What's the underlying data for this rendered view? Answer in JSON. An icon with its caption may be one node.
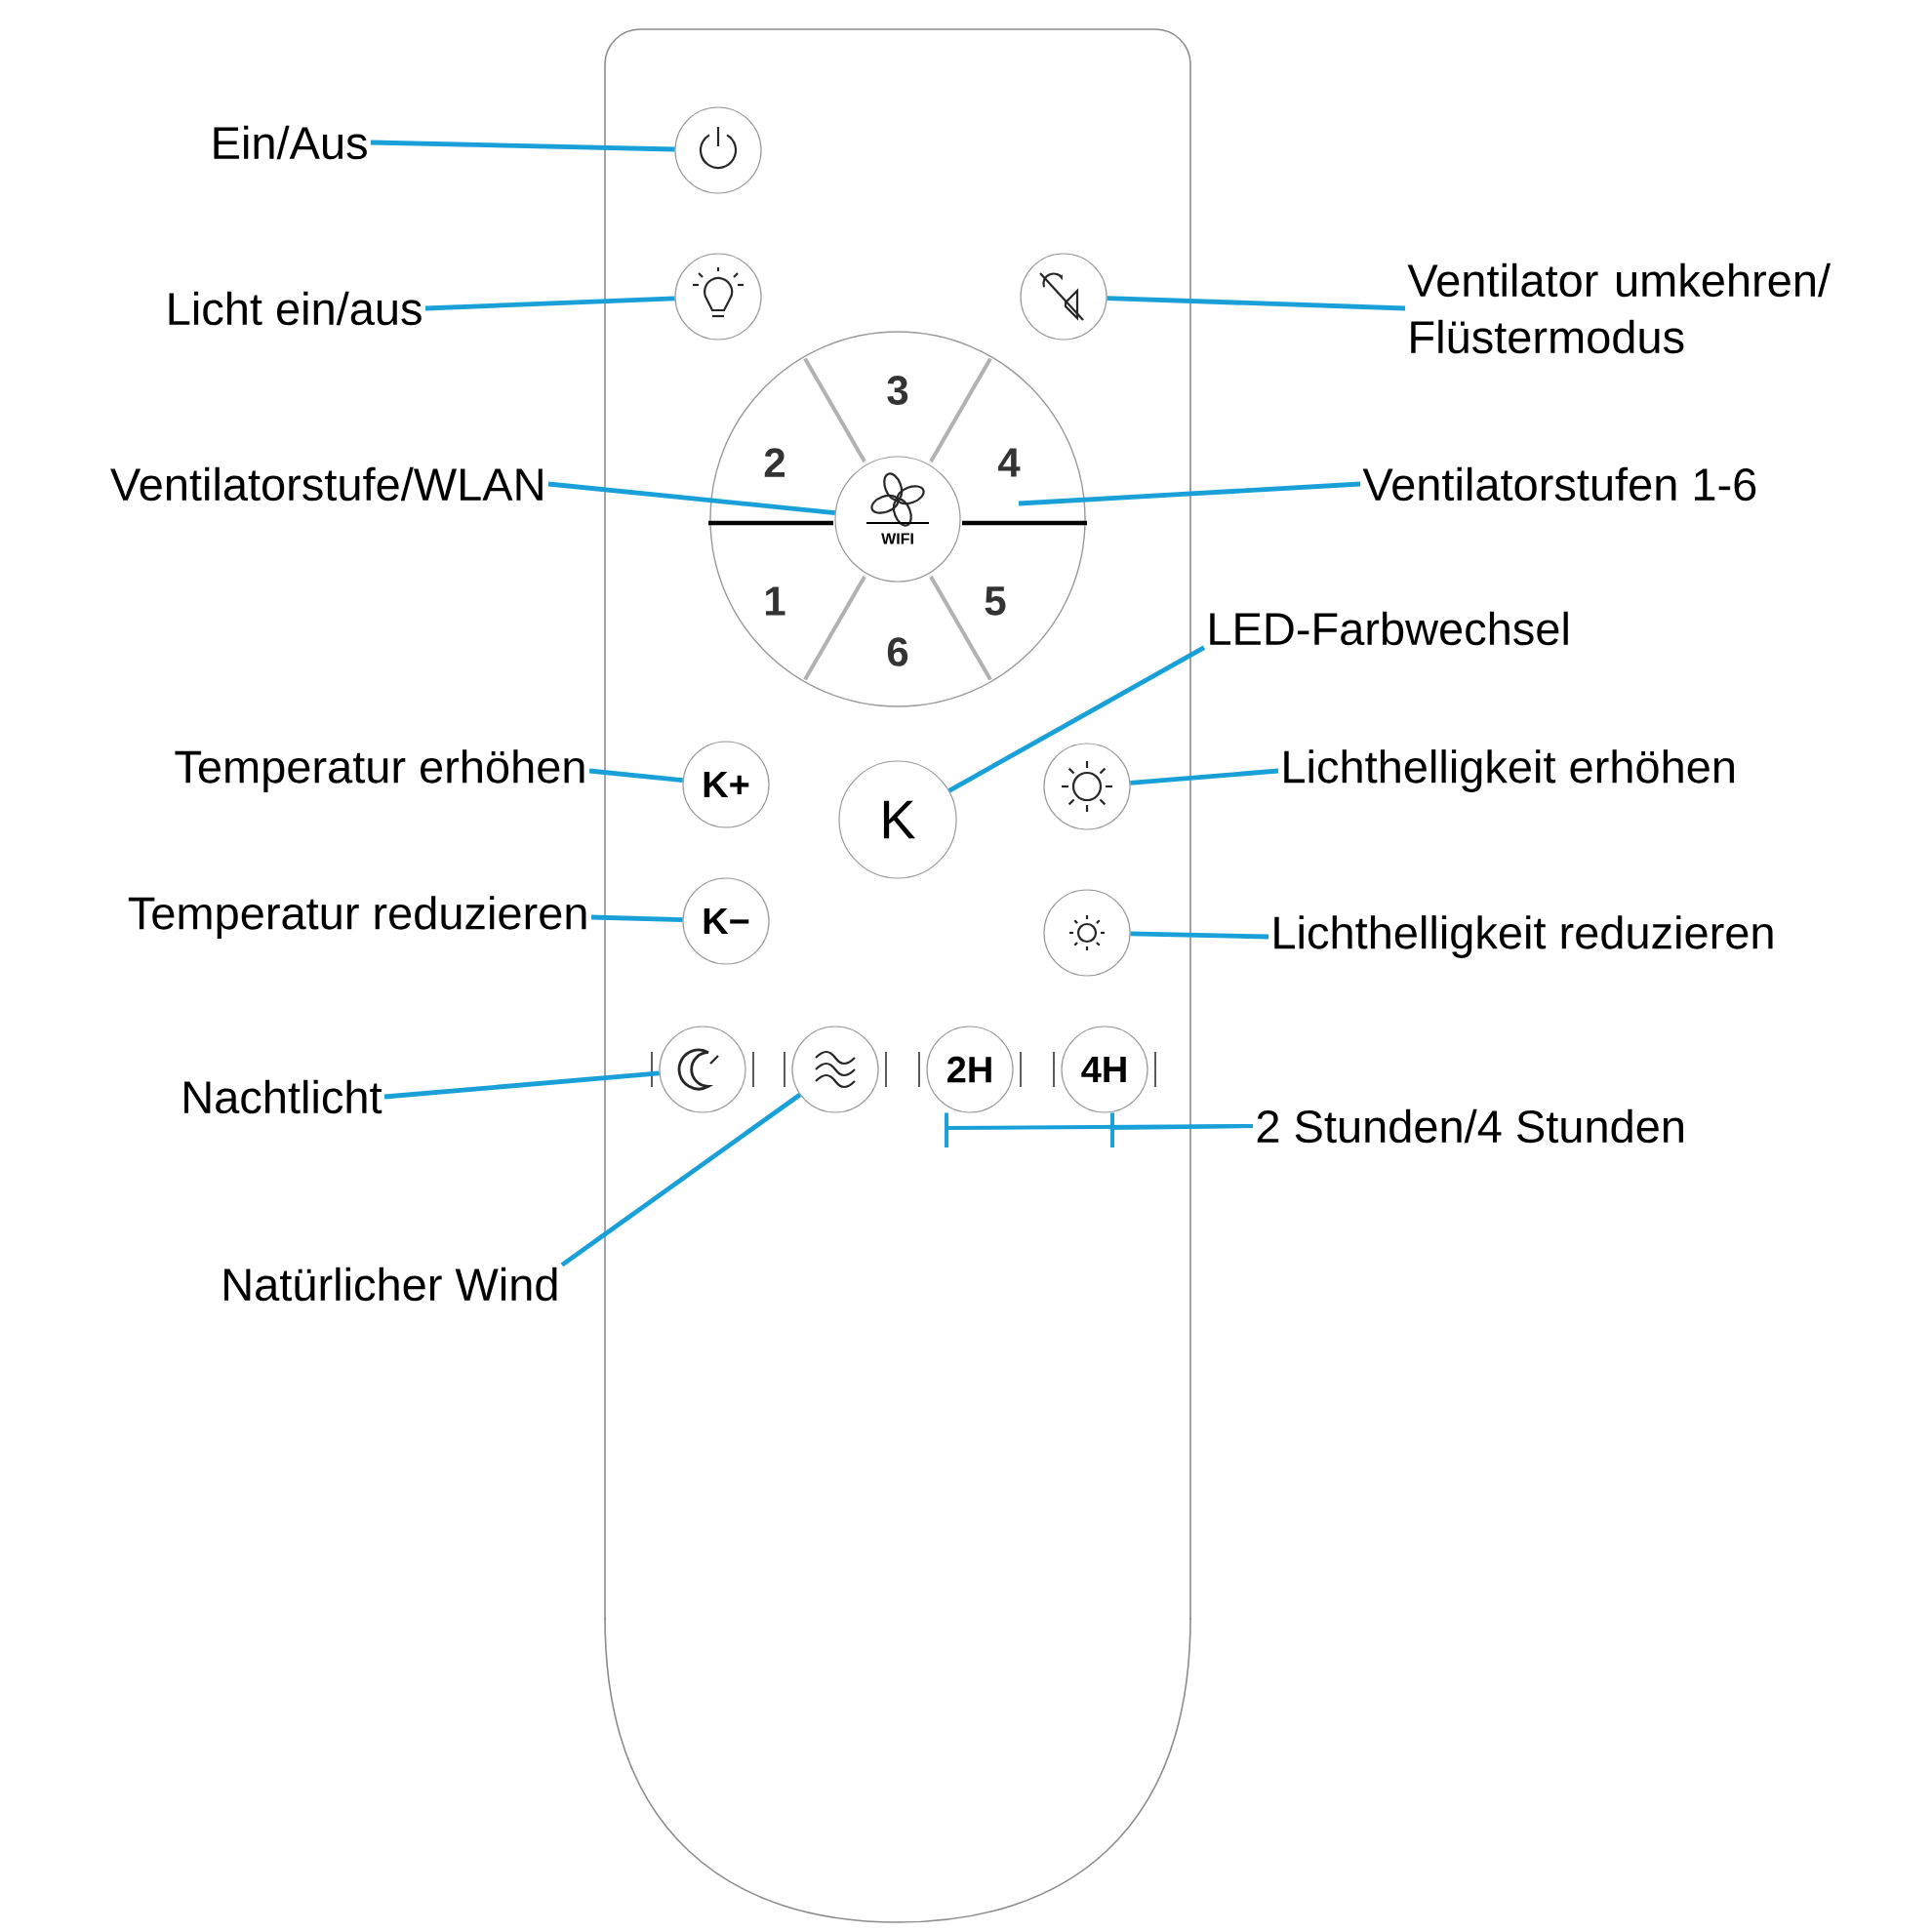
{
  "diagram": {
    "nodes": [
      {
        "text": [
          "Ein/Aus"
        ]
      },
      {
        "text": [],
        "shape": "circle"
      },
      {
        "text": [
          "Licht ein/aus"
        ]
      },
      {
        "text": [],
        "shape": "circle"
      },
      {
        "text": [],
        "shape": "circle"
      },
      {
        "text": [
          "Ventilator umkehren/ Flüstermodus"
        ]
      },
      {
        "text": [
          "Ventilatorstufe/WLAN"
        ]
      },
      {
        "text": [
          "3",
          "2",
          "4",
          "1",
          "5",
          "6"
        ]
      },
      {
        "text": [
          "WIFI"
        ],
        "in": 7
      },
      {
        "text": [
          "Ventilatorstufen 1-6"
        ]
      },
      {
        "text": [
          "LED-Farbwechsel"
        ]
      },
      {
        "text": [
          "Temperatur erhöhen"
        ]
      },
      {
        "text": [
          "K+"
        ]
      },
      {
        "text": [
          "K"
        ]
      },
      {
        "text": [],
        "shape": "circle"
      },
      {
        "text": [
          "Lichthelligkeit erhöhen"
        ]
      },
      {
        "text": [
          "Temperatur reduzieren"
        ]
      },
      {
        "text": [
          "K−"
        ]
      },
      {
        "text": [],
        "shape": "circle"
      },
      {
        "text": [
          "Lichthelligkeit reduzieren"
        ]
      },
      {
        "text": [],
        "shape": "circle"
      },
      {
        "text": [],
        "shape": "circle"
      },
      {
        "text": [
          "2H"
        ]
      },
      {
        "text": [
          "4H"
        ]
      },
      {
        "text": [
          "Nachtlicht"
        ]
      },
      {
        "text": [
          "2 Stunden/4 Stunden"
        ]
      },
      {
        "text": [
          "Natürlicher Wind"
        ]
      }
    ],
    "edges": [
      {
        "from": 0,
        "to": 1,
        "arrow": "none"
      },
      {
        "from": 2,
        "to": 3,
        "arrow": "none"
      },
      {
        "from": 5,
        "to": 4,
        "arrow": "none"
      },
      {
        "from": 6,
        "to": 8,
        "arrow": "none"
      },
      {
        "from": 9,
        "to": 7,
        "arrow": "none"
      },
      {
        "from": 10,
        "to": 13,
        "arrow": "none"
      },
      {
        "from": 11,
        "to": 12,
        "arrow": "none"
      },
      {
        "from": 15,
        "to": 14,
        "arrow": "none"
      },
      {
        "from": 16,
        "to": 17,
        "arrow": "none"
      },
      {
        "from": 19,
        "to": 18,
        "arrow": "none"
      },
      {
        "from": 24,
        "to": 20,
        "arrow": "none"
      },
      {
        "from": 26,
        "to": 21,
        "arrow": "none"
      },
      {
        "from": 25,
        "to": 22,
        "arrow": "none"
      },
      {
        "from": 25,
        "to": 23,
        "arrow": "none"
      }
    ]
  }
}
